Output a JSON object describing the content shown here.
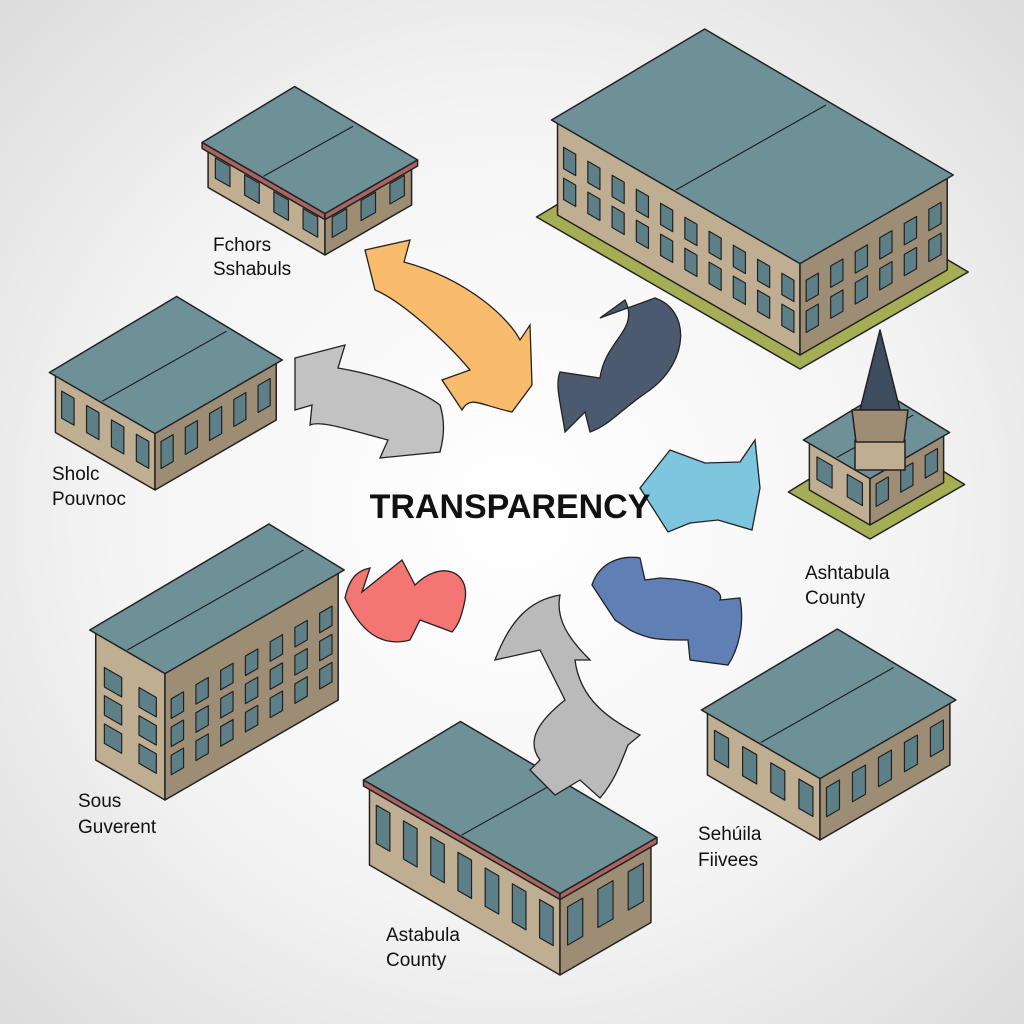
{
  "center_title": "TRANSPARENCY",
  "labels": [
    {
      "line1": "Fchors",
      "line2": "Sshabuls"
    },
    {
      "line1": "Sholc",
      "line2": "Pouvnoc"
    },
    {
      "line1": "Ashtabula",
      "line2": "County"
    },
    {
      "line1": "Sous",
      "line2": "Guverent"
    },
    {
      "line1": "Sehúila",
      "line2": "Fiivees"
    },
    {
      "line1": "Astabula",
      "line2": "County"
    }
  ],
  "colors": {
    "roof": "#6e9097",
    "wall_light": "#bfae92",
    "wall_dark": "#9d8d74",
    "window": "#5d8088",
    "trim_red": "#a8655f",
    "grass": "#a5ad55",
    "arrow_orange": "#f9bb6c",
    "arrow_navy": "#4b5a6e",
    "arrow_lightgray": "#c2c2c2",
    "arrow_lightblue": "#7ec6de",
    "arrow_red": "#f47672",
    "arrow_blue": "#6080b5",
    "arrow_gray": "#bababa"
  }
}
